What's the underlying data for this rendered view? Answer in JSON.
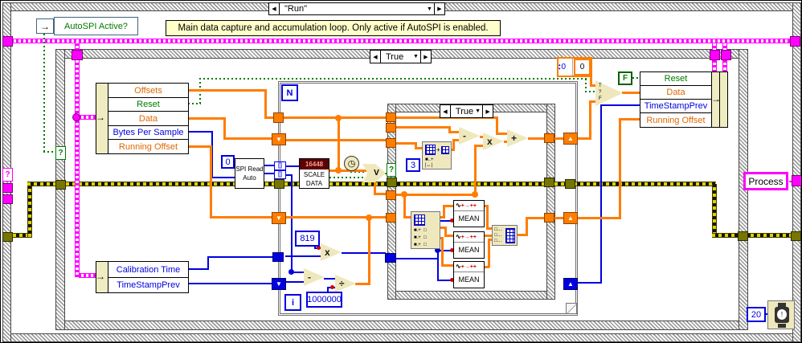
{
  "titles": {
    "run_case": "\"Run\"",
    "case_autospi": "True",
    "case_inner": "True"
  },
  "comment": {
    "text": "Main data capture and accumulation loop. Only active if AutoSPI is enabled."
  },
  "autospi": {
    "label": "AutoSPI Active?"
  },
  "unbundle1": {
    "fields": [
      "Offsets",
      "Reset",
      "Data",
      "Bytes Per Sample",
      "Running Offset"
    ]
  },
  "unbundle2": {
    "fields": [
      "Calibration Time",
      "TimeStampPrev"
    ]
  },
  "bundle": {
    "fields": [
      "Reset",
      "Data",
      "TimeStampPrev",
      "Running Offset"
    ]
  },
  "nodes": {
    "spi_read": "SPI Read Auto",
    "scale_banner": "16448",
    "scale_name": "SCALE DATA",
    "mean": "MEAN",
    "loop_count": "N",
    "iteration": "i"
  },
  "constants": {
    "spi_zero": "0",
    "subset_len": "3",
    "scale_factor": "819",
    "usec_per_sec": "1000000",
    "wait_ms": "20",
    "array_index": "0",
    "array_element": "0",
    "false_bool": "F",
    "next_state": "Process"
  },
  "ops": {
    "subtract": "-",
    "multiply": "x",
    "add": "+",
    "divide": "÷",
    "subtract2": "-",
    "or": "V",
    "select_q": "?",
    "select_t": "T",
    "select_f": "F"
  },
  "icons": {
    "prev": "◀",
    "next": "▶",
    "drop": "▼",
    "sr_up": "▲",
    "sr_down": "▼",
    "terminal_arrow": "→",
    "bundle_arrow": "→",
    "selector_q": "?",
    "autoindex": "[]",
    "clock": "◷",
    "wave": "∿",
    "mean_marks": "+→++"
  },
  "colors": {
    "orange": "#FF7D00",
    "blue": "#0000E0",
    "green": "#007A00",
    "magenta": "#FF00FF",
    "olive": "#767600",
    "comment_bg": "#FFFFC9",
    "node_tan": "#EFE8BD"
  }
}
